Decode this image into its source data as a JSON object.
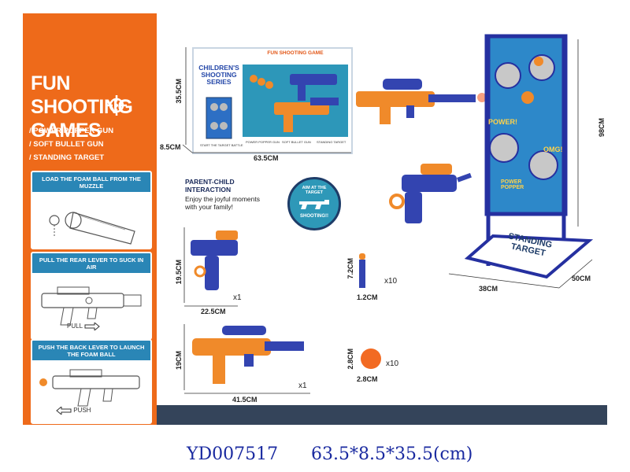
{
  "left_panel": {
    "title_line1": "FUN SHOOTING",
    "title_line2": "GAMES",
    "features": [
      "POWER POPPER GUN",
      "SOFT BULLET GUN",
      "STANDING TARGET"
    ],
    "steps": [
      {
        "text": "LOAD THE FOAM BALL FROM THE MUZZLE"
      },
      {
        "text": "PULL THE REAR LEVER TO SUCK IN AIR",
        "action": "PULL"
      },
      {
        "text": "PUSH THE BACK LEVER TO LAUNCH THE FOAM BALL",
        "action": "PUSH"
      }
    ]
  },
  "box": {
    "brand": "CHILDREN'S SHOOTING SERIES",
    "header": "FUN SHOOTING GAME",
    "captions": [
      "POWER POPPER GUN",
      "SOFT BULLET GUN",
      "STANDING TARGET"
    ],
    "side_caption": "START THE TARGET BATTLE",
    "dims": {
      "height": "35.5CM",
      "depth": "8.5CM",
      "width": "63.5CM"
    }
  },
  "parent_child": {
    "heading": "PARENT-CHILD INTERACTION",
    "body": "Enjoy the joyful moments with your family!"
  },
  "badge": {
    "top": "AIM AT THE TARGET",
    "bottom": "SHOOTING!!"
  },
  "pistol": {
    "height": "19.5CM",
    "width": "22.5CM",
    "qty": "x1"
  },
  "rifle": {
    "height": "19CM",
    "width": "41.5CM",
    "qty": "x1"
  },
  "dart": {
    "length": "7.2CM",
    "width": "1.2CM",
    "qty": "x10"
  },
  "ball": {
    "height": "2.8CM",
    "width": "2.8CM",
    "qty": "x10"
  },
  "target": {
    "height": "98CM",
    "width": "38CM",
    "depth": "50CM",
    "base_label": "STANDING TARGET",
    "banner_words": [
      "POWER!",
      "OMG!",
      "POWER POPPER"
    ]
  },
  "footer": {
    "code": "YD007517",
    "size": "63.5*8.5*35.5(cm)"
  },
  "colors": {
    "orange": "#ee6a1a",
    "blue": "#2a86b6",
    "navy": "#34445a",
    "toy_blue": "#3344b0",
    "toy_orange": "#f08a2a"
  }
}
